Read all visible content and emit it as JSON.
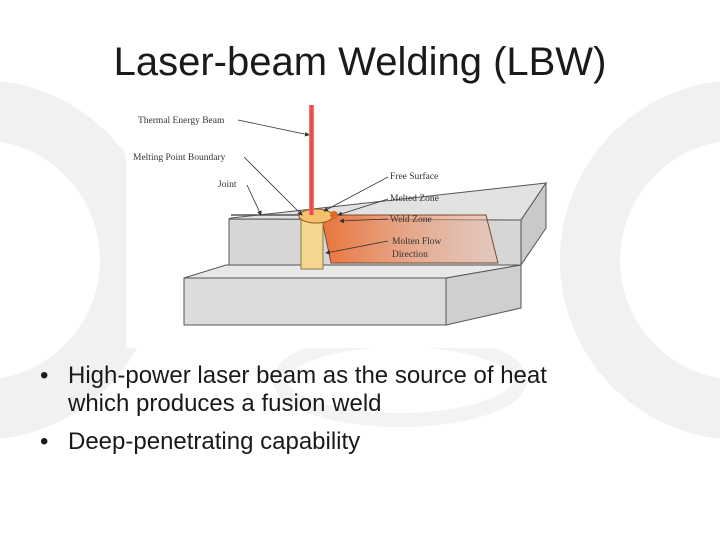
{
  "slide": {
    "title": "Laser-beam Welding (LBW)"
  },
  "diagram": {
    "labels": {
      "thermal_energy_beam": "Thermal Energy Beam",
      "melting_point_boundary": "Melting Point Boundary",
      "joint": "Joint",
      "free_surface": "Free Surface",
      "melted_zone": "Melted Zone",
      "weld_zone": "Weld Zone",
      "molten_flow": "Molten Flow",
      "direction": "Direction"
    },
    "colors": {
      "beam": "#e8433a",
      "weld_zone": "#e8733a",
      "melt_pool": "#f5c16b",
      "workpiece_top": "#e4e4e4",
      "workpiece_side": "#d4d4d4"
    }
  },
  "bullets": [
    {
      "marker": "•",
      "line1": "High-power laser beam as the source of heat",
      "line2": "which produces a fusion weld"
    },
    {
      "marker": "•",
      "line1": "Deep-penetrating capability",
      "line2": ""
    }
  ]
}
